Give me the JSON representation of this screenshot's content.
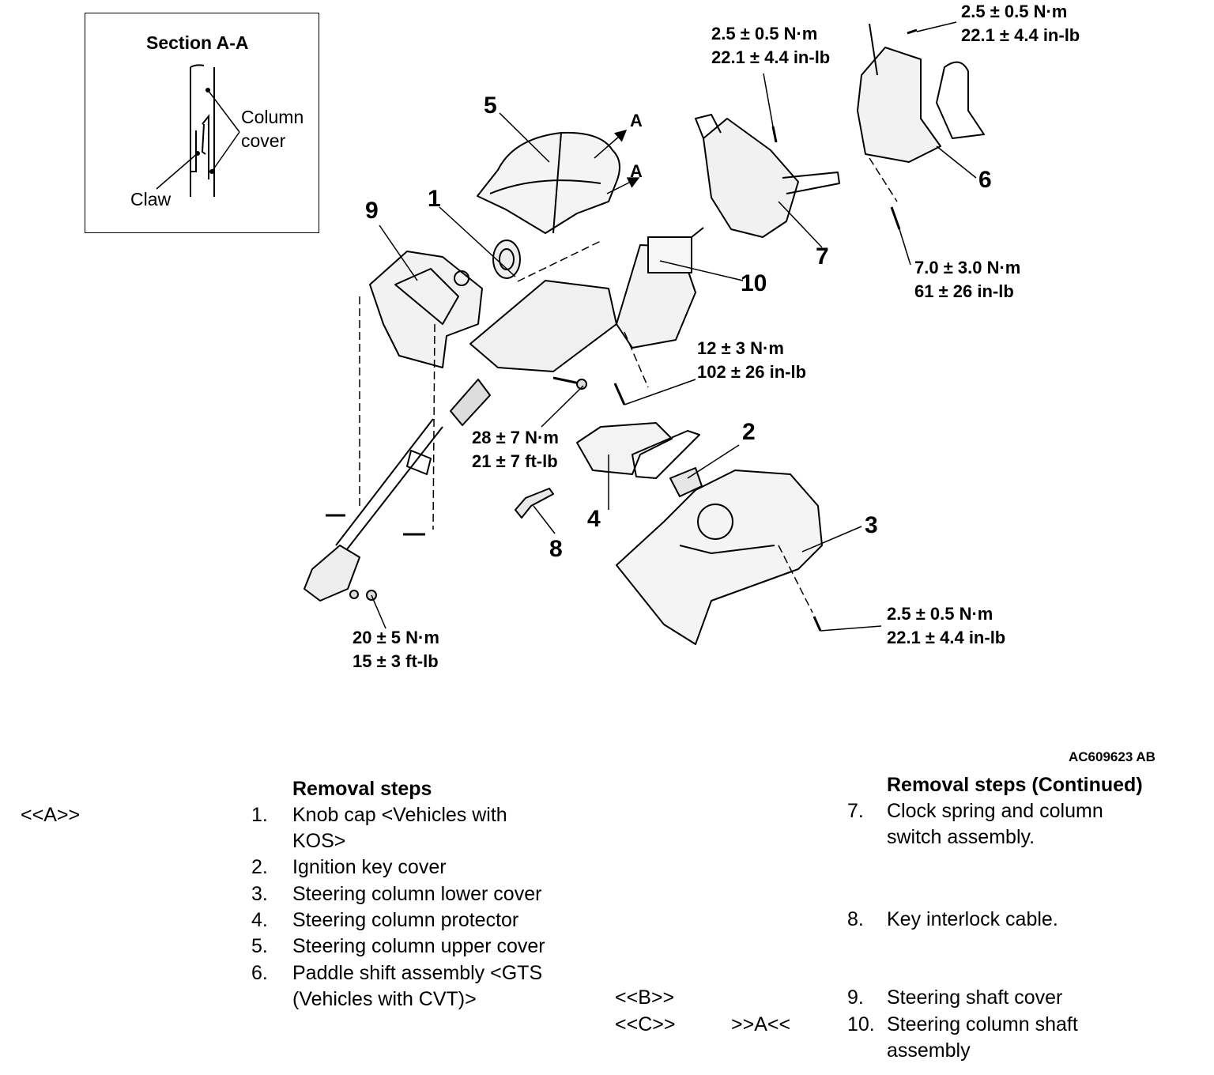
{
  "section_view": {
    "title": "Section A-A",
    "label_column_cover_1": "Column",
    "label_column_cover_2": "cover",
    "label_claw": "Claw"
  },
  "callouts": {
    "c1": "1",
    "c2": "2",
    "c3": "3",
    "c4": "4",
    "c5": "5",
    "c6": "6",
    "c7": "7",
    "c8": "8",
    "c9": "9",
    "c10": "10",
    "section_a_top": "A",
    "section_a_bottom": "A"
  },
  "torques": {
    "t_top_right_1": "2.5 ± 0.5 N·m",
    "t_top_right_2": "22.1 ± 4.4 in-lb",
    "t_top_mid_1": "2.5 ± 0.5 N·m",
    "t_top_mid_2": "22.1 ± 4.4 in-lb",
    "t_paddle_1": "7.0 ± 3.0 N·m",
    "t_paddle_2": "61 ± 26 in-lb",
    "t_column_1": "12 ± 3 N·m",
    "t_column_2": "102 ± 26 in-lb",
    "t_shaft_1": "28 ± 7 N·m",
    "t_shaft_2": "21 ± 7 ft-lb",
    "t_joint_1": "20 ± 5 N·m",
    "t_joint_2": "15 ± 3 ft-lb",
    "t_lower_1": "2.5 ± 0.5 N·m",
    "t_lower_2": "22.1 ± 4.4 in-lb"
  },
  "figure_id": "AC609623 AB",
  "removal_steps": {
    "heading": "Removal steps",
    "heading_continued": "Removal steps (Continued)",
    "step1_num": "1.",
    "step1_l1": "Knob cap <Vehicles with",
    "step1_l2": "KOS>",
    "step2_num": "2.",
    "step2_l1": "Ignition key cover",
    "step3_num": "3.",
    "step3_l1": "Steering column lower cover",
    "step4_num": "4.",
    "step4_l1": "Steering column protector",
    "step5_num": "5.",
    "step5_l1": "Steering column upper cover",
    "step6_num": "6.",
    "step6_l1": "Paddle shift assembly <GTS",
    "step6_l2": "(Vehicles with CVT)>",
    "step7_num": "7.",
    "step7_l1": "Clock spring and column",
    "step7_l2": "switch assembly.",
    "step8_num": "8.",
    "step8_l1": "Key interlock cable.",
    "step9_num": "9.",
    "step9_l1": "Steering shaft cover",
    "step10_num": "10.",
    "step10_l1": "Steering column shaft",
    "step10_l2": "assembly",
    "ref_a": "<<A>>",
    "ref_b": "<<B>>",
    "ref_c": "<<C>>",
    "ref_install_a": ">>A<<"
  }
}
